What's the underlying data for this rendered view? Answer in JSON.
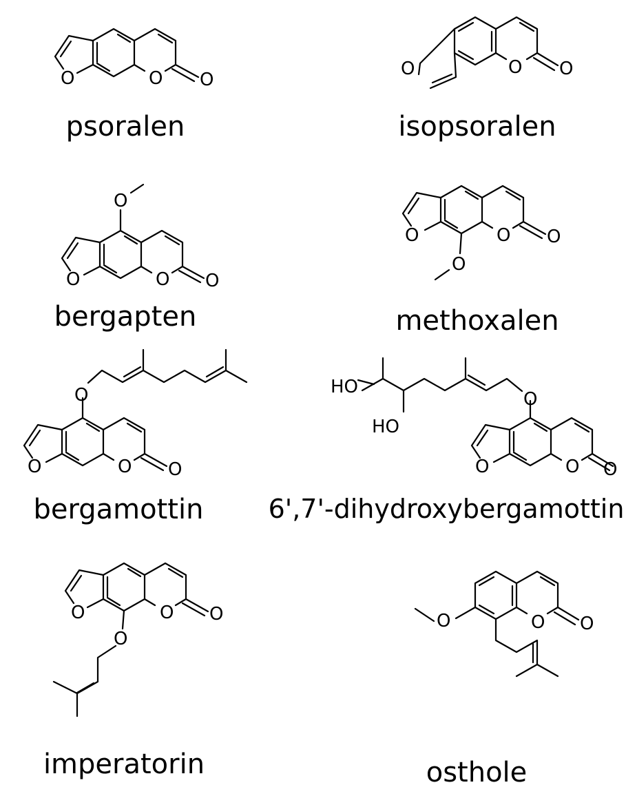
{
  "compounds": [
    {
      "id": "psoralen",
      "name": "psoralen",
      "atoms": [
        "O",
        "O",
        "O"
      ]
    },
    {
      "id": "isopsoralen",
      "name": "isopsoralen",
      "atoms": [
        "O",
        "O",
        "O"
      ]
    },
    {
      "id": "bergapten",
      "name": "bergapten",
      "atoms": [
        "O",
        "O",
        "O",
        "O"
      ]
    },
    {
      "id": "methoxalen",
      "name": "methoxalen",
      "atoms": [
        "O",
        "O",
        "O",
        "O"
      ]
    },
    {
      "id": "bergamottin",
      "name": "bergamottin",
      "atoms": [
        "O",
        "O",
        "O",
        "O"
      ]
    },
    {
      "id": "dihydroxybergamottin",
      "name": "6',7'-dihydroxybergamottin",
      "atoms": [
        "HO",
        "HO",
        "O",
        "O",
        "O",
        "O"
      ]
    },
    {
      "id": "imperatorin",
      "name": "imperatorin",
      "atoms": [
        "O",
        "O",
        "O",
        "O"
      ]
    },
    {
      "id": "osthole",
      "name": "osthole",
      "atoms": [
        "O",
        "O",
        "O"
      ]
    }
  ]
}
